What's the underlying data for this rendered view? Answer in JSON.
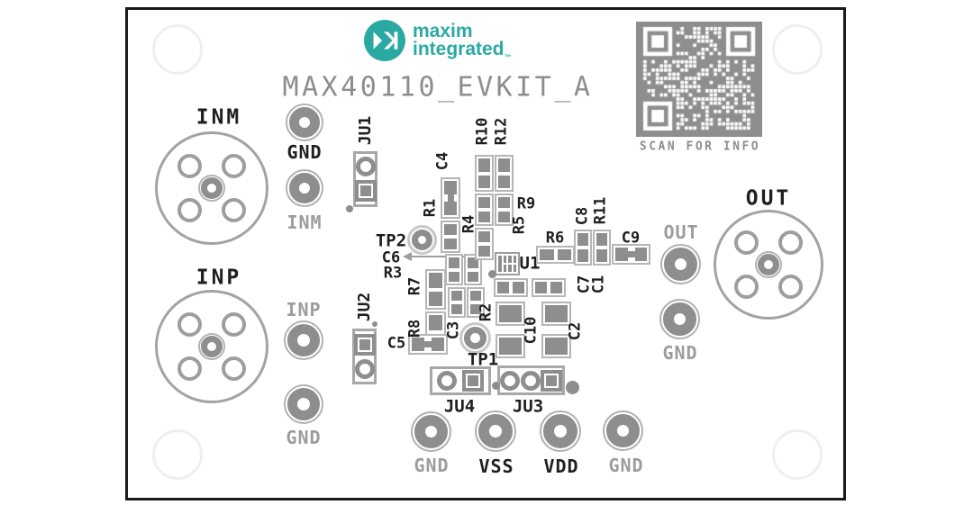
{
  "brand": {
    "line1": "maxim",
    "line2": "integrated",
    "tm": "™"
  },
  "title": "MAX40110_EVKIT_A",
  "qr_caption": "SCAN FOR INFO",
  "io": {
    "gnd": "GND",
    "inm": "INM",
    "inp": "INP",
    "out": "OUT",
    "vss": "VSS",
    "vdd": "VDD"
  },
  "refdes": {
    "ju1": "JU1",
    "ju2": "JU2",
    "ju3": "JU3",
    "ju4": "JU4",
    "tp1": "TP1",
    "tp2": "TP2",
    "u1": "U1",
    "r1": "R1",
    "r2": "R2",
    "r3": "R3",
    "r4": "R4",
    "r5": "R5",
    "r6": "R6",
    "r7": "R7",
    "r8": "R8",
    "r9": "R9",
    "r10": "R10",
    "r11": "R11",
    "r12": "R12",
    "c1": "C1",
    "c2": "C2",
    "c3": "C3",
    "c4": "C4",
    "c5": "C5",
    "c6": "C6",
    "c7": "C7",
    "c8": "C8",
    "c9": "C9",
    "c10": "C10"
  },
  "colors": {
    "accent_teal": "#2aa9a2",
    "pad_gray": "#8e8e8e",
    "silk_dark": "#1f1f1f",
    "silk_gray": "#9c9c9c",
    "board_outline": "#1b1b1b"
  }
}
